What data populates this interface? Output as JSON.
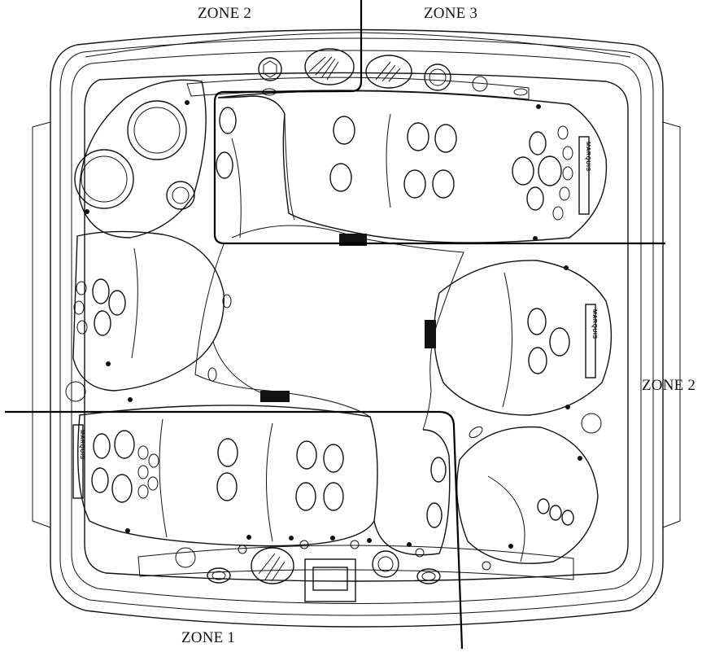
{
  "zones": {
    "top_left": "ZONE 2",
    "top_right": "ZONE 3",
    "right": "ZONE 2",
    "bottom": "ZONE 1"
  },
  "brand_badges": [
    "MARQUIS",
    "MARQUIS",
    "MARQUIS"
  ]
}
